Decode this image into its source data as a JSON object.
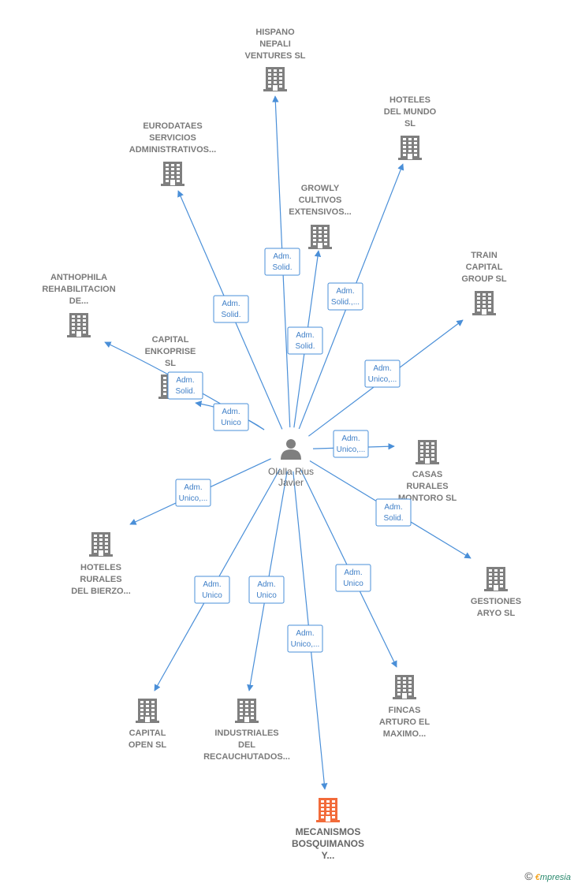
{
  "colors": {
    "edge": "#4a8fd8",
    "building": "#7f7f7f",
    "building_focus": "#f26b3a",
    "person": "#7f7f7f"
  },
  "center": {
    "name_lines": [
      "Olalla Rius",
      "Javier"
    ],
    "icon": "person-icon"
  },
  "companies": [
    {
      "id": "hispano",
      "lines": [
        "HISPANO",
        "NEPALI",
        "VENTURES  SL"
      ],
      "icon": "building-icon",
      "focus": false
    },
    {
      "id": "hoteles-mundo",
      "lines": [
        "HOTELES",
        "DEL MUNDO",
        "SL"
      ],
      "icon": "building-icon",
      "focus": false
    },
    {
      "id": "eurodataes",
      "lines": [
        "EURODATAES",
        "SERVICIOS",
        "ADMINISTRATIVOS..."
      ],
      "icon": "building-icon",
      "focus": false
    },
    {
      "id": "growly",
      "lines": [
        "GROWLY",
        "CULTIVOS",
        "EXTENSIVOS..."
      ],
      "icon": "building-icon",
      "focus": false
    },
    {
      "id": "train",
      "lines": [
        "TRAIN",
        "CAPITAL",
        "GROUP  SL"
      ],
      "icon": "building-icon",
      "focus": false
    },
    {
      "id": "anthophila",
      "lines": [
        "ANTHOPHILA",
        "REHABILITACION",
        "DE..."
      ],
      "icon": "building-icon",
      "focus": false
    },
    {
      "id": "enkoprise",
      "lines": [
        "CAPITAL",
        "ENKOPRISE",
        "SL"
      ],
      "icon": "building-icon",
      "focus": false
    },
    {
      "id": "casas",
      "lines": [
        "CASAS",
        "RURALES",
        "MONTORO  SL"
      ],
      "icon": "building-icon",
      "focus": false
    },
    {
      "id": "hoteles-bierzo",
      "lines": [
        "HOTELES",
        "RURALES",
        "DEL BIERZO..."
      ],
      "icon": "building-icon",
      "focus": false
    },
    {
      "id": "gestiones",
      "lines": [
        "GESTIONES",
        "ARYO SL"
      ],
      "icon": "building-icon",
      "focus": false
    },
    {
      "id": "capital-open",
      "lines": [
        "CAPITAL",
        "OPEN  SL"
      ],
      "icon": "building-icon",
      "focus": false
    },
    {
      "id": "industriales",
      "lines": [
        "INDUSTRIALES",
        "DEL",
        "RECAUCHUTADOS..."
      ],
      "icon": "building-icon",
      "focus": false
    },
    {
      "id": "fincas",
      "lines": [
        "FINCAS",
        "ARTURO EL",
        "MAXIMO..."
      ],
      "icon": "building-icon",
      "focus": false
    },
    {
      "id": "mecanismos",
      "lines": [
        "MECANISMOS",
        "BOSQUIMANOS",
        "Y..."
      ],
      "icon": "building-icon",
      "focus": true
    }
  ],
  "relations": [
    {
      "to": "hispano",
      "lines": [
        "Adm.",
        "Solid."
      ]
    },
    {
      "to": "hoteles-mundo",
      "lines": [
        "Adm.",
        "Solid.,..."
      ]
    },
    {
      "to": "eurodataes",
      "lines": [
        "Adm.",
        "Solid."
      ]
    },
    {
      "to": "growly",
      "lines": [
        "Adm.",
        "Solid."
      ]
    },
    {
      "to": "train",
      "lines": [
        "Adm.",
        "Unico,..."
      ]
    },
    {
      "to": "anthophila",
      "lines": [
        "Adm.",
        "Solid."
      ]
    },
    {
      "to": "enkoprise",
      "lines": [
        "Adm.",
        "Unico"
      ]
    },
    {
      "to": "casas",
      "lines": [
        "Adm.",
        "Unico,..."
      ]
    },
    {
      "to": "hoteles-bierzo",
      "lines": [
        "Adm.",
        "Unico,..."
      ]
    },
    {
      "to": "gestiones",
      "lines": [
        "Adm.",
        "Solid."
      ]
    },
    {
      "to": "capital-open",
      "lines": [
        "Adm.",
        "Unico"
      ]
    },
    {
      "to": "industriales",
      "lines": [
        "Adm.",
        "Unico"
      ]
    },
    {
      "to": "fincas",
      "lines": [
        "Adm.",
        "Unico"
      ]
    },
    {
      "to": "mecanismos",
      "lines": [
        "Adm.",
        "Unico,..."
      ]
    }
  ],
  "brand": {
    "copyright": "©",
    "first_letter": "€",
    "rest": "mpresia"
  }
}
